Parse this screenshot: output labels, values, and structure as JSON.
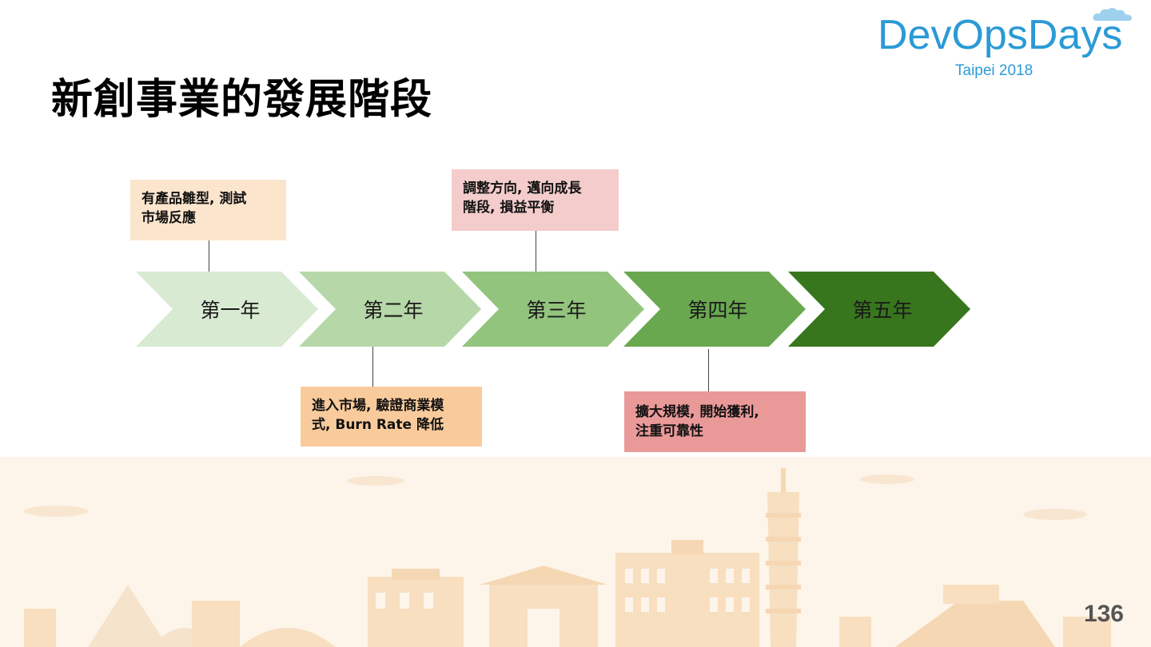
{
  "slide": {
    "title": "新創事業的發展階段",
    "page_number": "136"
  },
  "logo": {
    "name": "DevOpsDays",
    "subtitle": "Taipei 2018"
  },
  "stages": [
    {
      "label": "第一年",
      "color": "#d9ead3"
    },
    {
      "label": "第二年",
      "color": "#b6d7a8"
    },
    {
      "label": "第三年",
      "color": "#93c47d"
    },
    {
      "label": "第四年",
      "color": "#6aa84f"
    },
    {
      "label": "第五年",
      "color": "#38761d"
    }
  ],
  "callouts": {
    "year1": {
      "line1": "有產品雛型, 測試",
      "line2": "市場反應",
      "color": "#fce5cd"
    },
    "year2": {
      "line1": "進入市場, 驗證商業模",
      "line2": "式, Burn Rate 降低",
      "color": "#f9cb9c"
    },
    "year3": {
      "line1": "調整方向, 邁向成長",
      "line2": "階段, 損益平衡",
      "color": "#f4cccc"
    },
    "year4": {
      "line1": "擴大規模, 開始獲利,",
      "line2": "注重可靠性",
      "color": "#ea9999"
    }
  },
  "colors": {
    "logo_blue": "#2b9ad6",
    "skyline_bg": "#fdf5ea",
    "skyline_shape": "#f8dfc0"
  }
}
